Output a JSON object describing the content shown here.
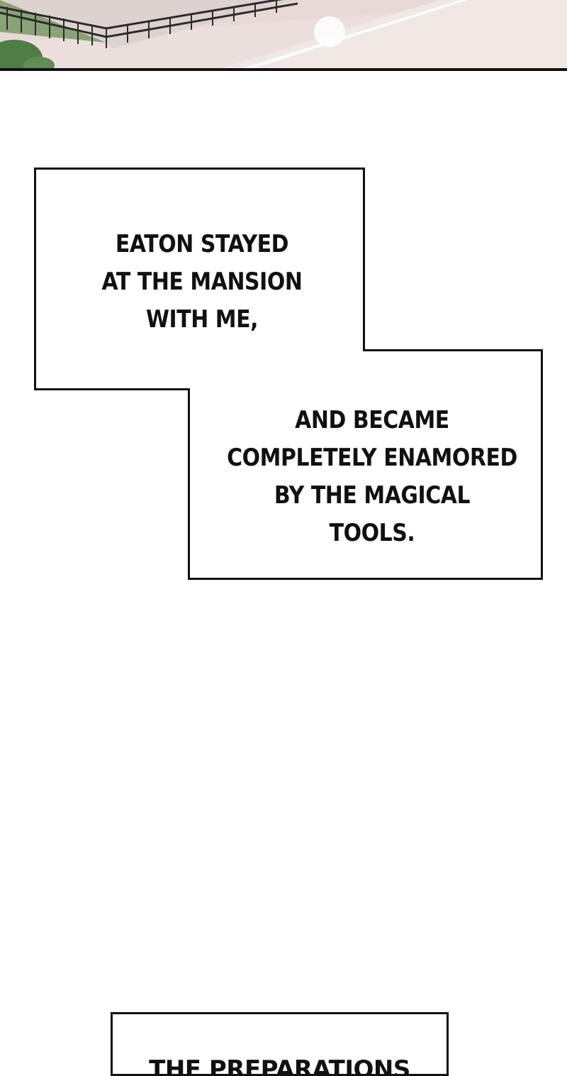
{
  "caption_one": {
    "lines": [
      "EATON STAYED",
      "AT THE MANSION",
      "WITH ME,"
    ]
  },
  "caption_two": {
    "lines": [
      "AND BECAME",
      "COMPLETELY ENAMORED",
      "BY THE MAGICAL",
      "TOOLS."
    ]
  },
  "caption_three": {
    "lines": [
      "THE PREPARATIONS"
    ]
  },
  "colors": {
    "ink": "#111111",
    "pavement": "#e9dcd8",
    "lawn": "#6f8f5e",
    "fence": "#2b2b2b"
  }
}
